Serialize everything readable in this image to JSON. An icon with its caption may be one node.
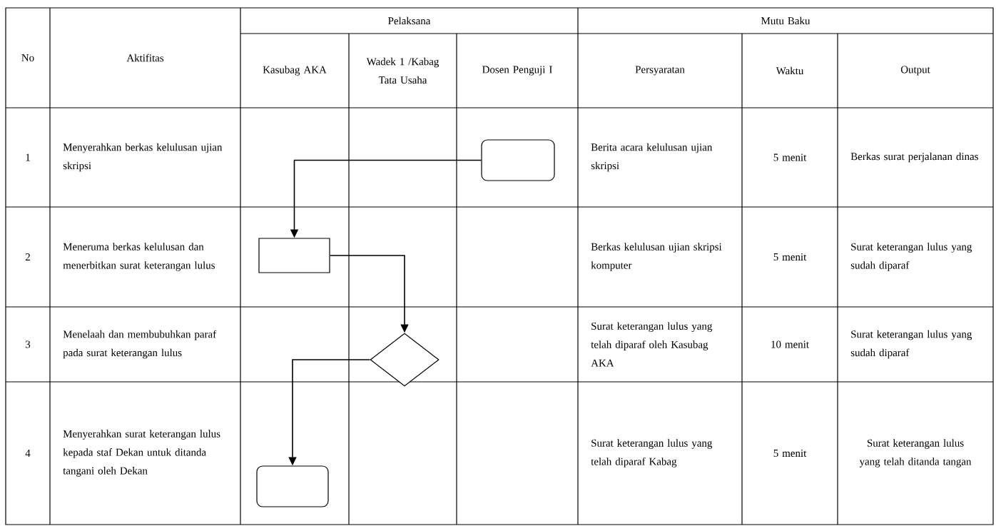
{
  "diagram": {
    "nodes": [
      {
        "text": [],
        "shape": "box"
      },
      {
        "text": [],
        "shape": "box"
      },
      {
        "text": [],
        "shape": "diamond"
      },
      {
        "text": [],
        "shape": "box"
      }
    ],
    "edges": [
      {
        "from": 0,
        "to": 1,
        "arrow": "to"
      },
      {
        "from": 1,
        "to": 2,
        "arrow": "to"
      },
      {
        "from": 2,
        "to": 3,
        "arrow": "to"
      }
    ],
    "labels": [
      "No",
      "Aktifitas",
      "Pelaksana",
      "Mutu Baku",
      "Kasubag AKA",
      "Wadek 1 /Kabag Tata Usaha",
      "Dosen Penguji I",
      "Persyaratan",
      "Waktu",
      "Output",
      "1",
      "Menyerahkan berkas kelulusan ujian skripsi",
      "Berita acara kelulusan ujian skripsi",
      "5 menit",
      "Berkas surat perjalanan dinas",
      "2",
      "Meneruma berkas kelulusan dan menerbitkan surat keterangan lulus",
      "Berkas kelulusan ujian skripsi komputer",
      "5 menit",
      "Surat keterangan lulus yang sudah diparaf",
      "3",
      "Menelaah dan membubuhkan paraf pada surat keterangan lulus",
      "Surat keterangan lulus yang telah diparaf oleh Kasubag AKA",
      "10 menit",
      "Surat keterangan lulus yang sudah diparaf",
      "4",
      "Menyerahkan surat keterangan lulus kepada staf Dekan untuk ditanda tangani oleh Dekan",
      "Surat keterangan lulus yang telah diparaf Kabag",
      "5 menit",
      "Surat keterangan lulus yang telah ditanda tangan"
    ]
  }
}
